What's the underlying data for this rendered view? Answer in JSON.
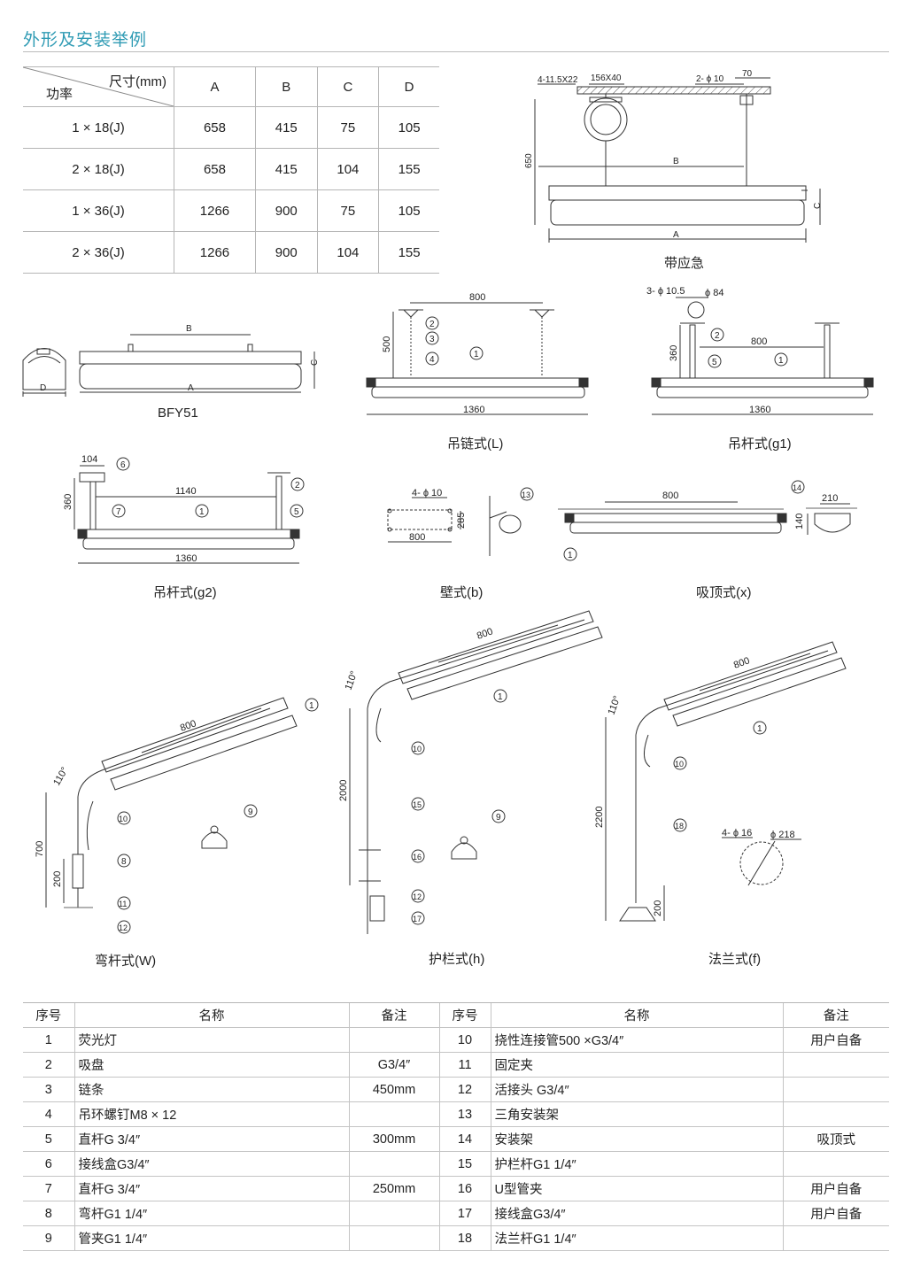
{
  "title": "外形及安装举例",
  "dimension_table": {
    "header_top": "尺寸(mm)",
    "header_bottom": "功率",
    "columns": [
      "A",
      "B",
      "C",
      "D"
    ],
    "rows": [
      {
        "power": "1 × 18(J)",
        "values": [
          "658",
          "415",
          "75",
          "105"
        ]
      },
      {
        "power": "2 × 18(J)",
        "values": [
          "658",
          "415",
          "104",
          "155"
        ]
      },
      {
        "power": "1 × 36(J)",
        "values": [
          "1266",
          "900",
          "75",
          "105"
        ]
      },
      {
        "power": "2 × 36(J)",
        "values": [
          "1266",
          "900",
          "104",
          "155"
        ]
      }
    ]
  },
  "captions": {
    "emergency": "带应急",
    "bfy51": "BFY51",
    "chain": "吊链式(L)",
    "rod_g1": "吊杆式(g1)",
    "rod_g2": "吊杆式(g2)",
    "wall": "壁式(b)",
    "ceiling": "吸顶式(x)",
    "bent": "弯杆式(W)",
    "rail": "护栏式(h)",
    "flange": "法兰式(f)"
  },
  "drawing_labels": {
    "e_holes": "4-11.5X22",
    "e_box": "156X40",
    "e_phi": "2- ϕ 10",
    "e_70": "70",
    "e_650": "650",
    "e_B": "B",
    "e_C": "C",
    "e_A": "A",
    "b_B": "B",
    "b_C": "C",
    "b_A": "A",
    "b_D": "D",
    "l_800": "800",
    "l_500": "500",
    "l_1360": "1360",
    "g1_holes": "3- ϕ 10.5",
    "g1_84": "ϕ 84",
    "g1_800": "800",
    "g1_360": "360",
    "g1_1360": "1360",
    "g2_104": "104",
    "g2_360": "360",
    "g2_1140": "1140",
    "g2_1360": "1360",
    "w_holes": "4- ϕ 10",
    "w_285": "285",
    "w_800": "800",
    "x_800": "800",
    "x_210": "210",
    "x_140": "140",
    "bent_800": "800",
    "bent_110": "110°",
    "bent_700": "700",
    "bent_200": "200",
    "rail_800": "800",
    "rail_110": "110°",
    "rail_2000": "2000",
    "f_800": "800",
    "f_110": "110°",
    "f_2200": "2200",
    "f_200": "200",
    "f_holes": "4- ϕ 16",
    "f_218": "ϕ 218"
  },
  "balloons": {
    "n1": "1",
    "n2": "2",
    "n3": "3",
    "n4": "4",
    "n5": "5",
    "n6": "6",
    "n7": "7",
    "n8": "8",
    "n9": "9",
    "n10": "10",
    "n11": "11",
    "n12": "12",
    "n13": "13",
    "n14": "14",
    "n15": "15",
    "n16": "16",
    "n17": "17",
    "n18": "18"
  },
  "parts_table": {
    "headers": [
      "序号",
      "名称",
      "备注",
      "序号",
      "名称",
      "备注"
    ],
    "rows": [
      {
        "no1": "1",
        "name1": "荧光灯",
        "note1": "",
        "no2": "10",
        "name2": "挠性连接管500 ×G3/4″",
        "note2": "用户自备"
      },
      {
        "no1": "2",
        "name1": "吸盘",
        "note1": "G3/4″",
        "no2": "11",
        "name2": "固定夹",
        "note2": ""
      },
      {
        "no1": "3",
        "name1": "链条",
        "note1": "450mm",
        "no2": "12",
        "name2": "活接头 G3/4″",
        "note2": ""
      },
      {
        "no1": "4",
        "name1": "吊环螺钉M8 × 12",
        "note1": "",
        "no2": "13",
        "name2": "三角安装架",
        "note2": ""
      },
      {
        "no1": "5",
        "name1": "直杆G 3/4″",
        "note1": "300mm",
        "no2": "14",
        "name2": "安装架",
        "note2": "吸顶式"
      },
      {
        "no1": "6",
        "name1": "接线盒G3/4″",
        "note1": "",
        "no2": "15",
        "name2": "护栏杆G1 1/4″",
        "note2": ""
      },
      {
        "no1": "7",
        "name1": "直杆G 3/4″",
        "note1": "250mm",
        "no2": "16",
        "name2": "U型管夹",
        "note2": "用户自备"
      },
      {
        "no1": "8",
        "name1": "弯杆G1 1/4″",
        "note1": "",
        "no2": "17",
        "name2": "接线盒G3/4″",
        "note2": "用户自备"
      },
      {
        "no1": "9",
        "name1": "管夹G1 1/4″",
        "note1": "",
        "no2": "18",
        "name2": "法兰杆G1 1/4″",
        "note2": ""
      }
    ]
  }
}
